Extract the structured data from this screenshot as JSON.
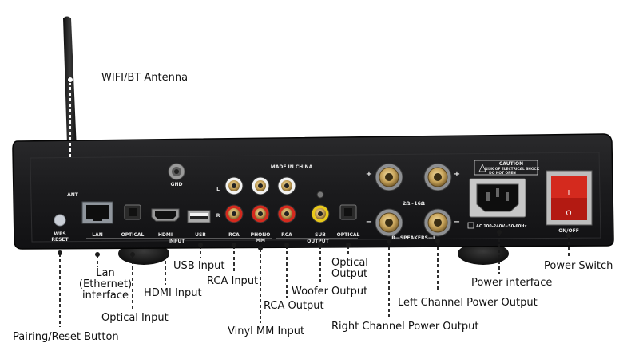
{
  "panel_text": {
    "ant": "ANT",
    "gnd": "GND",
    "made_in": "MADE IN CHINA",
    "wps": "WPS",
    "reset": "RESET",
    "lan": "LAN",
    "optical_in": "OPTICAL",
    "hdmi": "HDMI",
    "usb": "USB",
    "rca": "RCA",
    "phono": "PHONO",
    "mm": "MM",
    "input_group": "INPUT",
    "rca_out": "RCA",
    "sub": "SUB",
    "optical_out": "OPTICAL",
    "output_group": "OUTPUT",
    "l_mark": "L",
    "r_mark": "R",
    "impedance": "2Ω~16Ω",
    "speakers": "R—SPEAKERS—L",
    "plus_top_left": "+",
    "plus_top_right": "+",
    "minus_bottom_left": "−",
    "minus_bottom_right": "−",
    "caution_title": "CAUTION",
    "caution_line1": "RISK OF ELECTRICAL SHOCK",
    "caution_line2": "DO NOT OPEN",
    "ac_rating": "AC 100-240V~50-60Hz",
    "switch_i": "I",
    "switch_o": "O",
    "on_off": "ON/OFF"
  },
  "callouts": {
    "antenna": "WIFI/BT Antenna",
    "lan_1": "Lan",
    "lan_2": "(Ethernet)",
    "lan_3": "interface",
    "usb": "USB Input",
    "rca_input": "RCA Input",
    "hdmi": "HDMI Input",
    "optical_input": "Optical Input",
    "pairing": "Pairing/Reset Button",
    "rca_output": "RCA Output",
    "vinyl": "Vinyl MM Input",
    "woofer": "Woofer Output",
    "optical_output_1": "Optical",
    "optical_output_2": "Output",
    "right_channel": "Right Channel Power Output",
    "left_channel": "Left Channel Power Output",
    "power_interface": "Power interface",
    "power_switch": "Power Switch"
  },
  "colors": {
    "chassis": "#1c1c1e",
    "rca_white": "#f2f2f2",
    "rca_red": "#d42a1e",
    "rca_yellow": "#e8c81a",
    "gold": "#c7a35a"
  }
}
